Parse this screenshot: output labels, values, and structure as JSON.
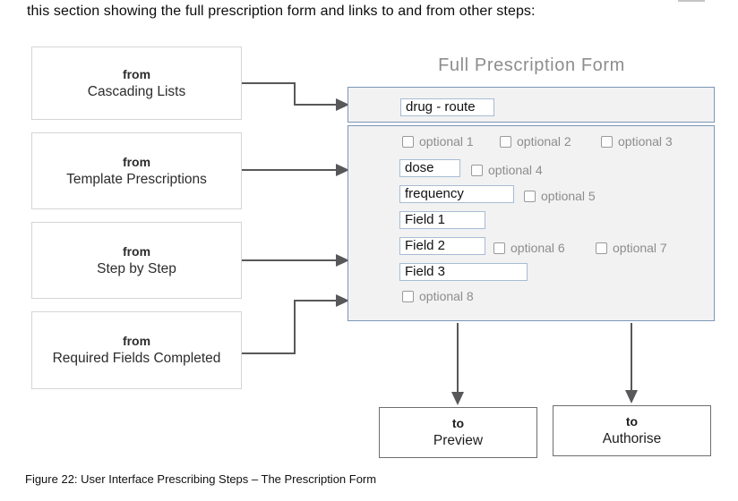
{
  "intro_text": "this section showing the full prescription form and links to and from other steps:",
  "caption": "Figure 22: User Interface Prescribing Steps – The Prescription Form",
  "sources": [
    {
      "prefix": "from",
      "label": "Cascading Lists"
    },
    {
      "prefix": "from",
      "label": "Template Prescriptions"
    },
    {
      "prefix": "from",
      "label": "Step by Step"
    },
    {
      "prefix": "from",
      "label": "Required Fields Completed"
    }
  ],
  "form": {
    "title": "Full Prescription Form",
    "header_field_value": "drug - route",
    "inputs": {
      "drug_route": "drug - route",
      "dose": "dose",
      "frequency": "frequency",
      "field1": "Field 1",
      "field2": "Field 2",
      "field3": "Field 3"
    },
    "options": {
      "o1": "optional 1",
      "o2": "optional 2",
      "o3": "optional 3",
      "o4": "optional 4",
      "o5": "optional 5",
      "o6": "optional 6",
      "o7": "optional 7",
      "o8": "optional 8"
    }
  },
  "targets": [
    {
      "prefix": "to",
      "label": "Preview"
    },
    {
      "prefix": "to",
      "label": "Authorise"
    }
  ],
  "colors": {
    "form_border": "#7b96b8",
    "form_background": "#f2f2f2",
    "input_border": "#a7bcd4",
    "muted_text": "#8d8d8d",
    "arrow": "#58585a"
  }
}
